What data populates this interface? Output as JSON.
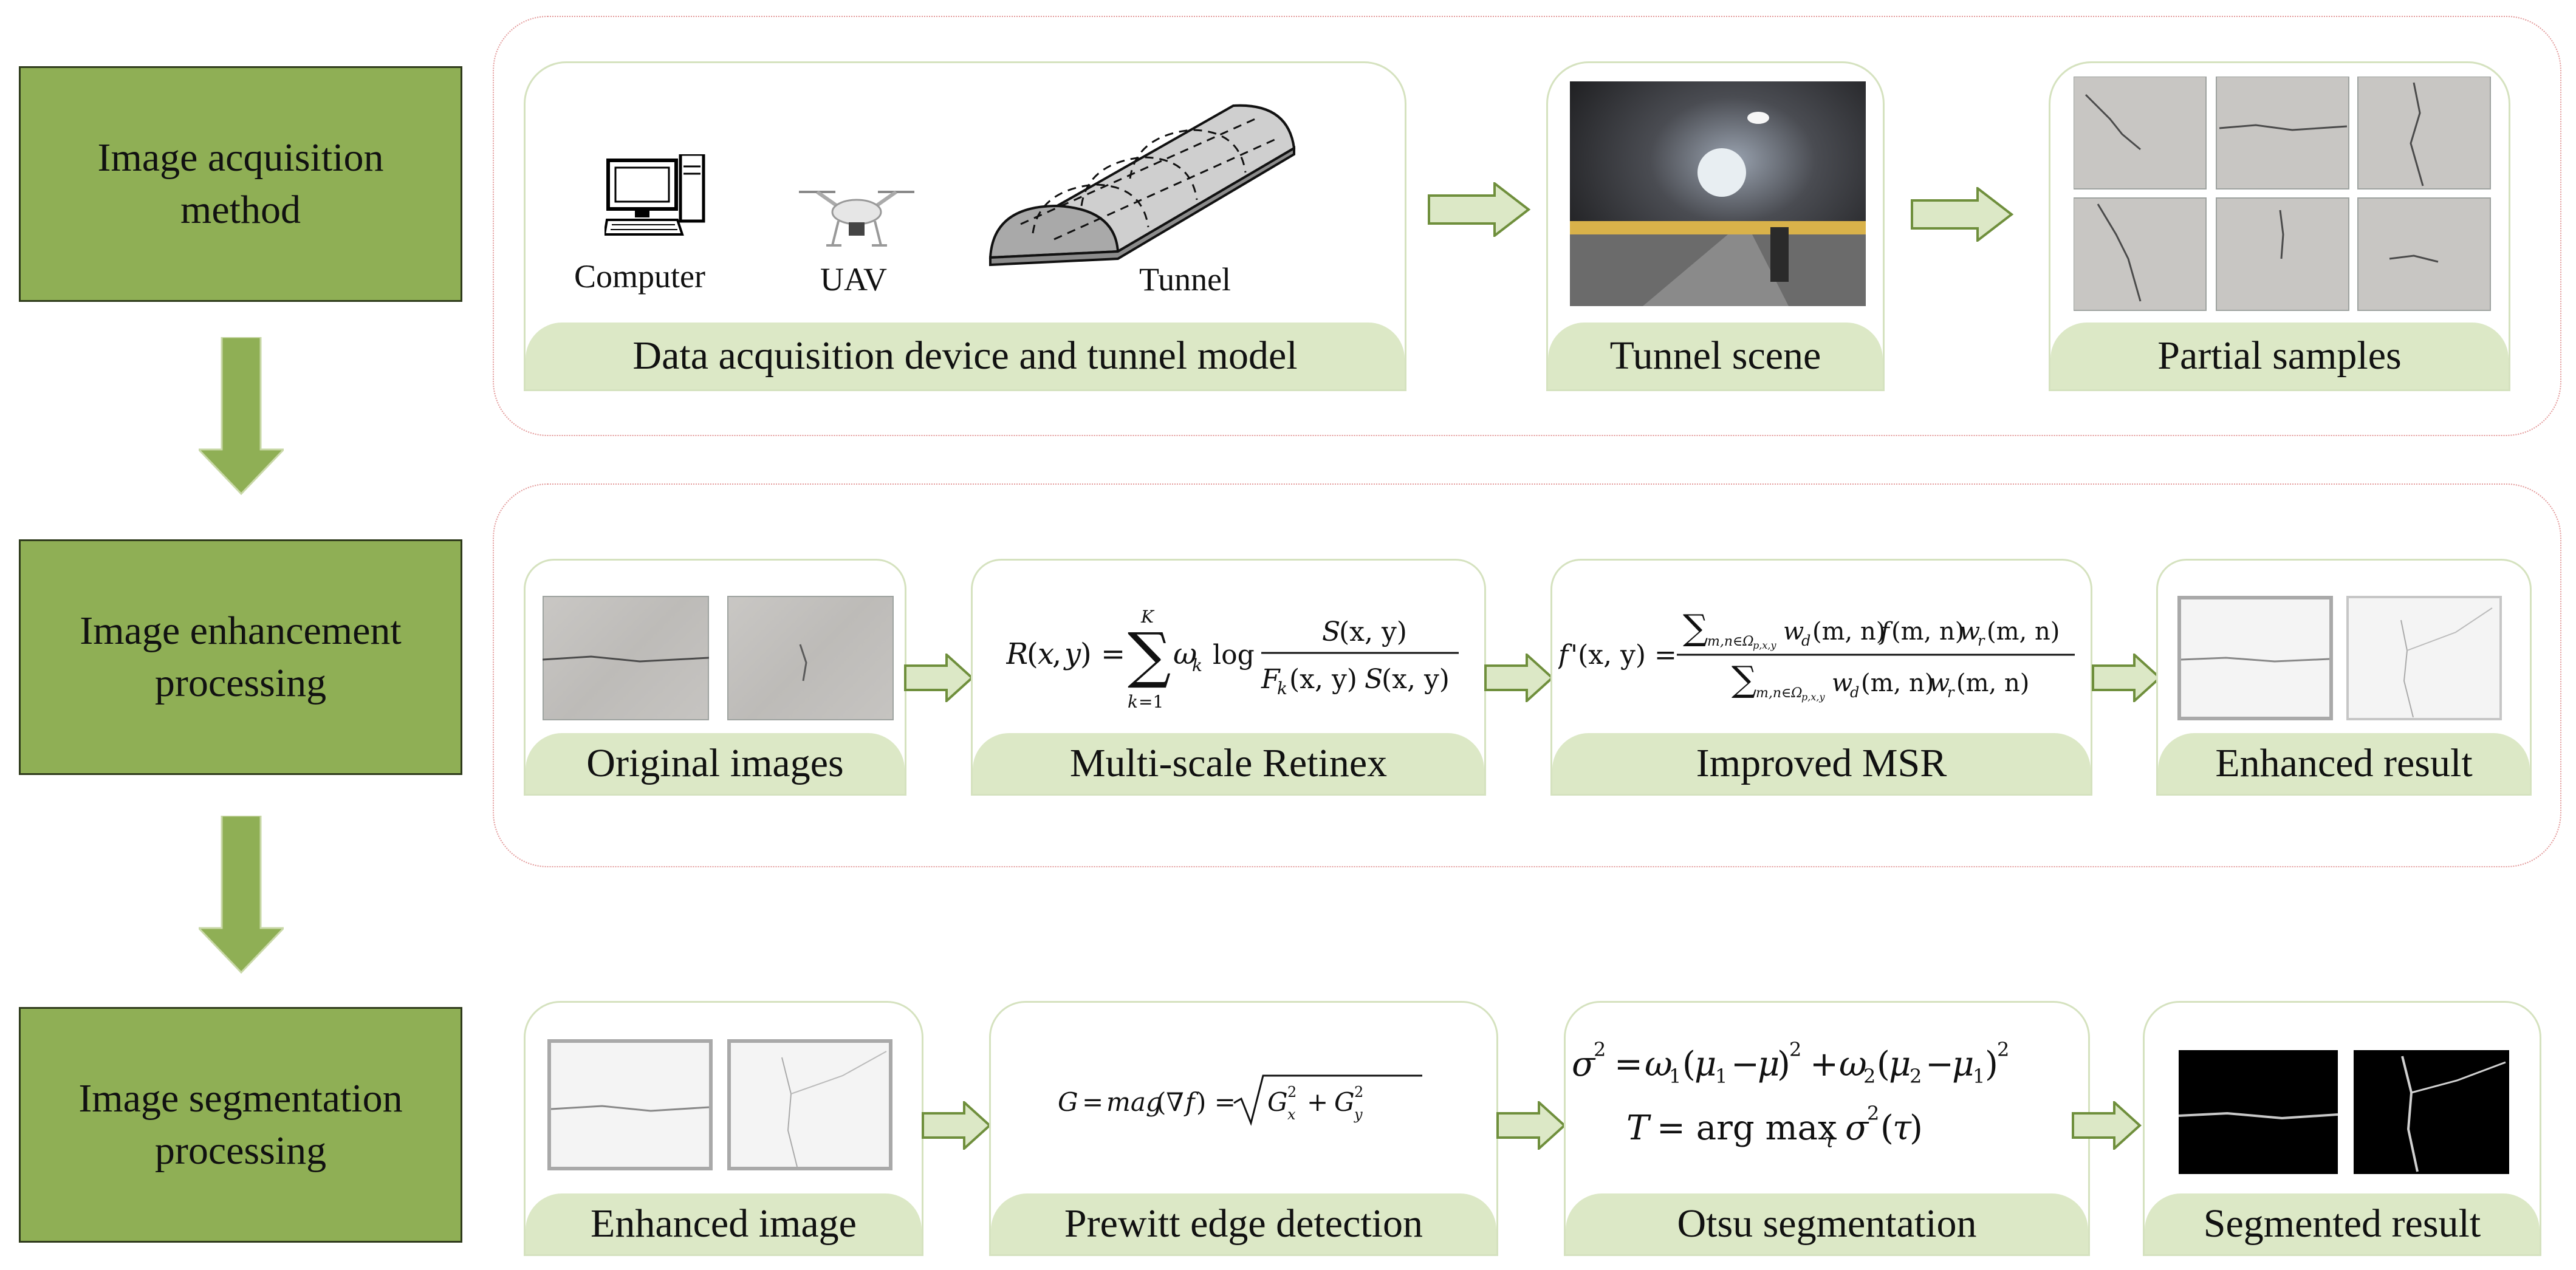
{
  "stages": {
    "acquisition": "Image acquisition\nmethod",
    "enhancement": "Image enhancement\nprocessing",
    "segmentation": "Image segmentation\nprocessing"
  },
  "row1": {
    "device_card": {
      "label": "Data acquisition device and tunnel model",
      "computer": "Computer",
      "uav": "UAV",
      "tunnel": "Tunnel"
    },
    "scene_card": {
      "label": "Tunnel scene"
    },
    "samples_card": {
      "label": "Partial samples"
    }
  },
  "row2": {
    "original_card": {
      "label": "Original images"
    },
    "msr_card": {
      "label": "Multi-scale Retinex"
    },
    "improved_card": {
      "label": "Improved MSR"
    },
    "enhanced_card": {
      "label": "Enhanced result"
    }
  },
  "row3": {
    "enhanced_image_card": {
      "label": "Enhanced image"
    },
    "prewitt_card": {
      "label": "Prewitt edge detection"
    },
    "otsu_card": {
      "label": "Otsu segmentation"
    },
    "segmented_card": {
      "label": "Segmented result"
    }
  },
  "colors": {
    "stage_fill": "#8faf55",
    "card_label_fill": "#dce8c6",
    "card_border": "#d5e2bf",
    "frame_border": "#e39a9a",
    "arrow_fill": "#dce8c6",
    "arrow_stroke": "#6f8f3c"
  }
}
